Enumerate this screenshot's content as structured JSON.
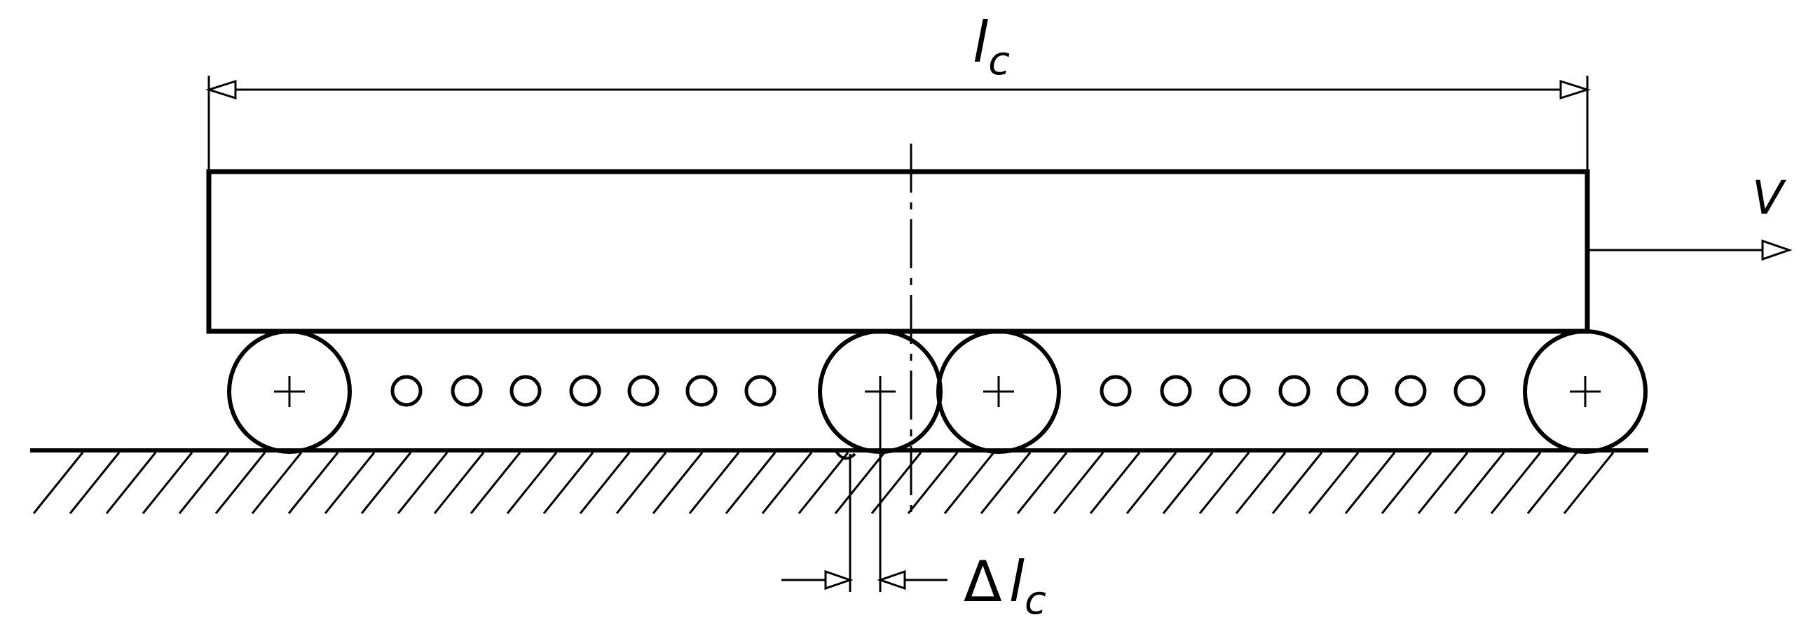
{
  "labels": {
    "length": "l",
    "length_sub": "c",
    "velocity": "V",
    "delta": "Δ",
    "delta_length": "l",
    "delta_length_sub": "c"
  },
  "colors": {
    "ink": "#000000",
    "background": "#ffffff"
  },
  "rollers": {
    "left_group": {
      "large": 1,
      "small": 7,
      "large_end": 1
    },
    "right_group": {
      "large": 1,
      "small": 7,
      "large_end": 1
    }
  }
}
